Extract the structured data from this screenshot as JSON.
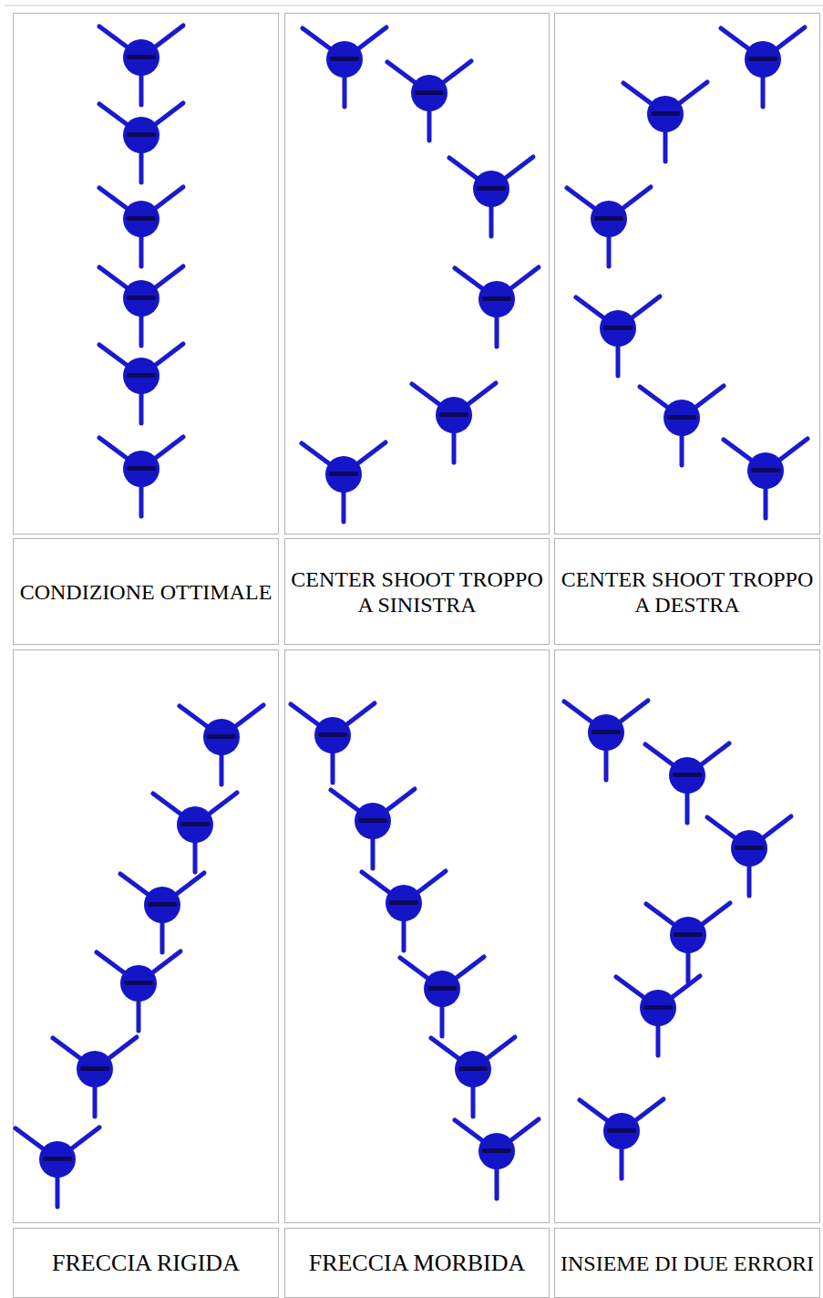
{
  "diagram": {
    "labels": [
      "CONDIZIONE OTTIMALE",
      "CENTER SHOOT TROPPO A SINISTRA",
      "CENTER SHOOT TROPPO A DESTRA",
      "FRECCIA RIGIDA",
      "FRECCIA MORBIDA",
      "INSIEME DI DUE ERRORI"
    ]
  }
}
